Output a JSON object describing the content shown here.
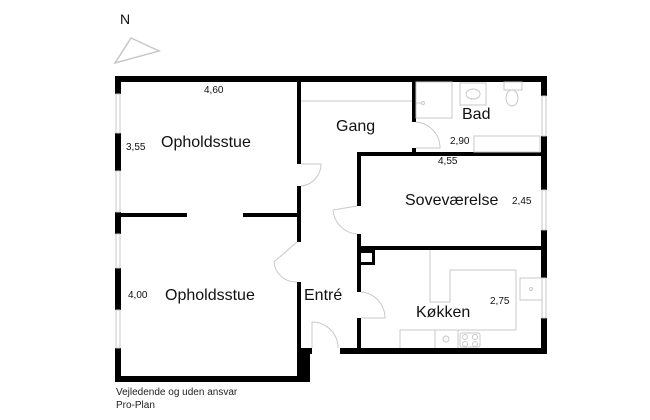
{
  "compass": {
    "label": "N",
    "icon": "north-arrow-icon"
  },
  "rooms": [
    {
      "name": "Opholdsstue",
      "dim_width": "4,60",
      "dim_height": "3,55"
    },
    {
      "name": "Opholdsstue",
      "dim_height": "4,00"
    },
    {
      "name": "Gang"
    },
    {
      "name": "Bad",
      "dim": "2,90"
    },
    {
      "name": "Soveværelse",
      "dim_width": "4,55",
      "dim_height": "2,45"
    },
    {
      "name": "Entré"
    },
    {
      "name": "Køkken",
      "dim": "2,75"
    }
  ],
  "footer": {
    "line1": "Vejledende og uden ansvar",
    "line2": "Pro-Plan"
  },
  "colors": {
    "wall": "#000000",
    "fixture": "#c8c8c8",
    "background": "#ffffff"
  }
}
